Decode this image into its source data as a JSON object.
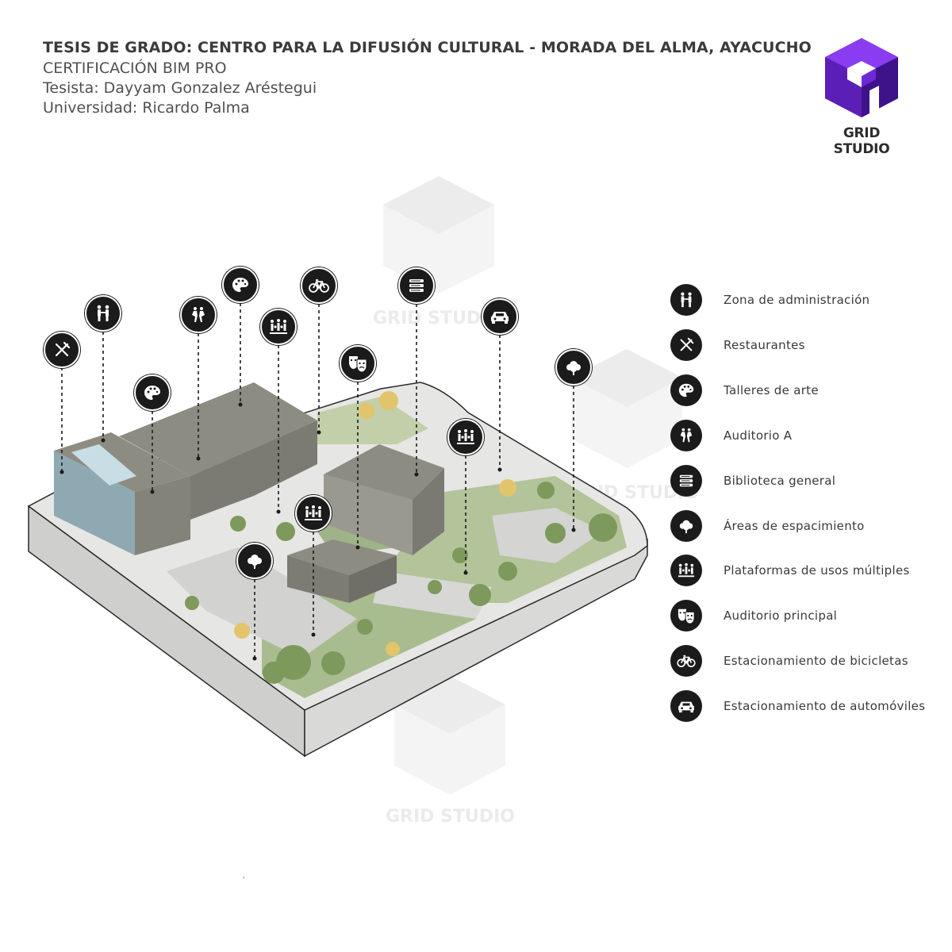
{
  "header": {
    "title": "TESIS DE GRADO: CENTRO PARA LA DIFUSIÓN CULTURAL - MORADA DEL ALMA, AYACUCHO",
    "subtitle": "CERTIFICACIÓN BIM PRO",
    "author": "Tesista: Dayyam Gonzalez Aréstegui",
    "university": "Universidad: Ricardo Palma"
  },
  "logo": {
    "text": "GRID STUDIO",
    "colors": {
      "top": "#8a3cf0",
      "left": "#5b1fb8",
      "right": "#3e138a"
    }
  },
  "watermark": {
    "text": "GRID STUDIO"
  },
  "legend": {
    "items": [
      {
        "icon": "people-handshake-icon",
        "label": "Zona de administración"
      },
      {
        "icon": "fork-knife-icon",
        "label": "Restaurantes"
      },
      {
        "icon": "palette-icon",
        "label": "Talleres de arte"
      },
      {
        "icon": "dancers-icon",
        "label": "Auditorio A"
      },
      {
        "icon": "books-icon",
        "label": "Biblioteca general"
      },
      {
        "icon": "tree-icon",
        "label": "Áreas de espacimiento"
      },
      {
        "icon": "crowd-icon",
        "label": "Plataformas de usos múltiples"
      },
      {
        "icon": "theater-masks-icon",
        "label": "Auditorio principal"
      },
      {
        "icon": "bicycle-icon",
        "label": "Estacionamiento de bicicletas"
      },
      {
        "icon": "car-icon",
        "label": "Estacionamiento de automóviles"
      }
    ]
  },
  "stray_mark": "ʼ",
  "colors": {
    "marker": "#1b1b1b",
    "building": "#8d8c82",
    "grass": "#a7b98a",
    "base": "#d6d6d4"
  }
}
